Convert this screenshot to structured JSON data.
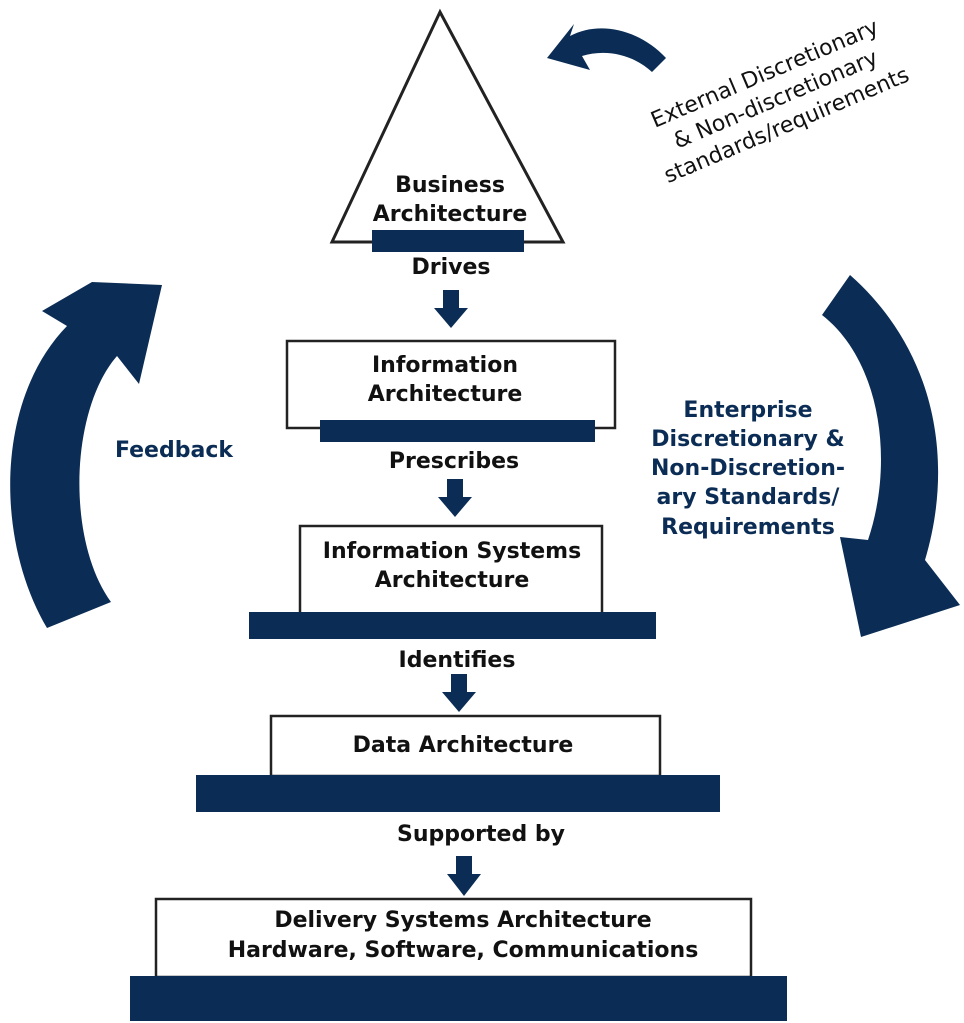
{
  "colors": {
    "navy": "#0b2d55",
    "text": "#111111",
    "box_border": "#222222",
    "background": "#ffffff"
  },
  "layers": {
    "business": {
      "line1": "Business",
      "line2": "Architecture"
    },
    "information": {
      "line1": "Information",
      "line2": "Architecture"
    },
    "information_systems": {
      "line1": "Information Systems",
      "line2": "Architecture"
    },
    "data": {
      "line1": "Data Architecture"
    },
    "delivery": {
      "line1": "Delivery Systems Architecture",
      "line2": "Hardware, Software, Communications"
    }
  },
  "connectors": {
    "drives": "Drives",
    "prescribes": "Prescribes",
    "identifies": "Identifies",
    "supported_by": "Supported by"
  },
  "feedback": {
    "label": "Feedback"
  },
  "enterprise": {
    "lines": [
      "Enterprise",
      "Discretionary &",
      "Non-Discretion-",
      "ary Standards/",
      "Requirements"
    ]
  },
  "external": {
    "lines": [
      "External Discretionary",
      "& Non-discretionary",
      "standards/requirements"
    ]
  }
}
